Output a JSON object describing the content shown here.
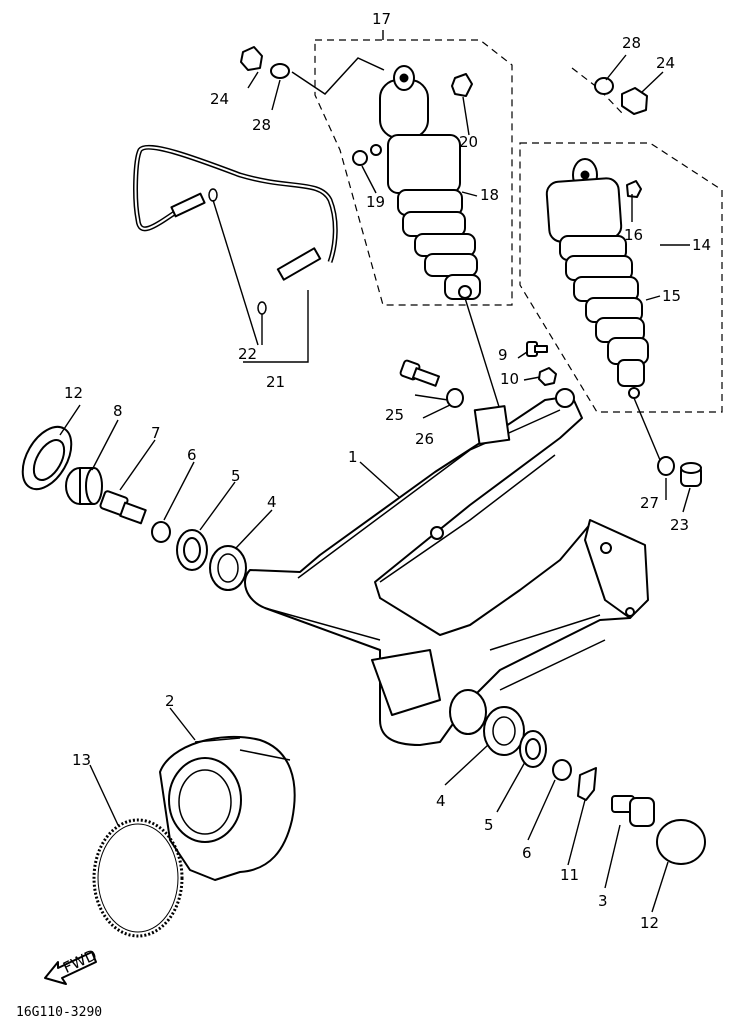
{
  "diagram": {
    "doc_code": "16G110-3290",
    "fwd_label": "FWD",
    "callouts": {
      "c1": "1",
      "c2": "2",
      "c3": "3",
      "c4a": "4",
      "c4b": "4",
      "c5a": "5",
      "c5b": "5",
      "c6a": "6",
      "c6b": "6",
      "c7": "7",
      "c8": "8",
      "c9": "9",
      "c10": "10",
      "c11": "11",
      "c12a": "12",
      "c12b": "12",
      "c13": "13",
      "c14": "14",
      "c15": "15",
      "c16": "16",
      "c17": "17",
      "c18": "18",
      "c19": "19",
      "c20": "20",
      "c21": "21",
      "c22": "22",
      "c23": "23",
      "c24a": "24",
      "c24b": "24",
      "c25": "25",
      "c26": "26",
      "c27": "27",
      "c28a": "28",
      "c28b": "28"
    }
  }
}
